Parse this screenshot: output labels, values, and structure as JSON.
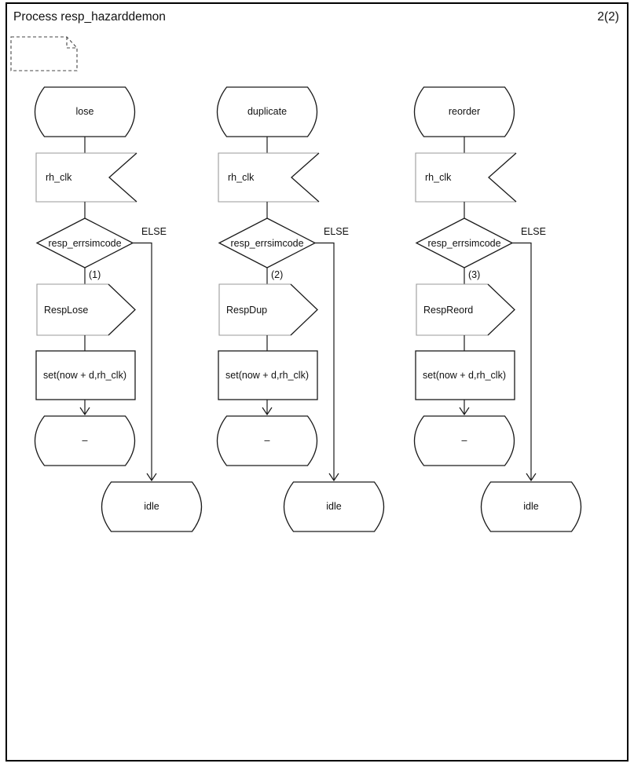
{
  "header": {
    "title": "Process resp_hazarddemon",
    "page": "2(2)"
  },
  "columns": [
    {
      "state": "lose",
      "input": "rh_clk",
      "decision": "resp_errsimcode",
      "else_label": "ELSE",
      "answer": "(1)",
      "output": "RespLose",
      "task": "set(now + d,rh_clk)",
      "next_state": "–",
      "else_state": "idle"
    },
    {
      "state": "duplicate",
      "input": "rh_clk",
      "decision": "resp_errsimcode",
      "else_label": "ELSE",
      "answer": "(2)",
      "output": "RespDup",
      "task": "set(now + d,rh_clk)",
      "next_state": "–",
      "else_state": "idle"
    },
    {
      "state": "reorder",
      "input": "rh_clk",
      "decision": "resp_errsimcode",
      "else_label": "ELSE",
      "answer": "(3)",
      "output": "RespReord",
      "task": "set(now + d,rh_clk)",
      "next_state": "–",
      "else_state": "idle"
    }
  ],
  "colors": {
    "line": "#1a1a1a",
    "muted_symbol_edge": "#9a9a9a",
    "page_border": "#000000",
    "background": "#ffffff",
    "text": "#111111"
  }
}
